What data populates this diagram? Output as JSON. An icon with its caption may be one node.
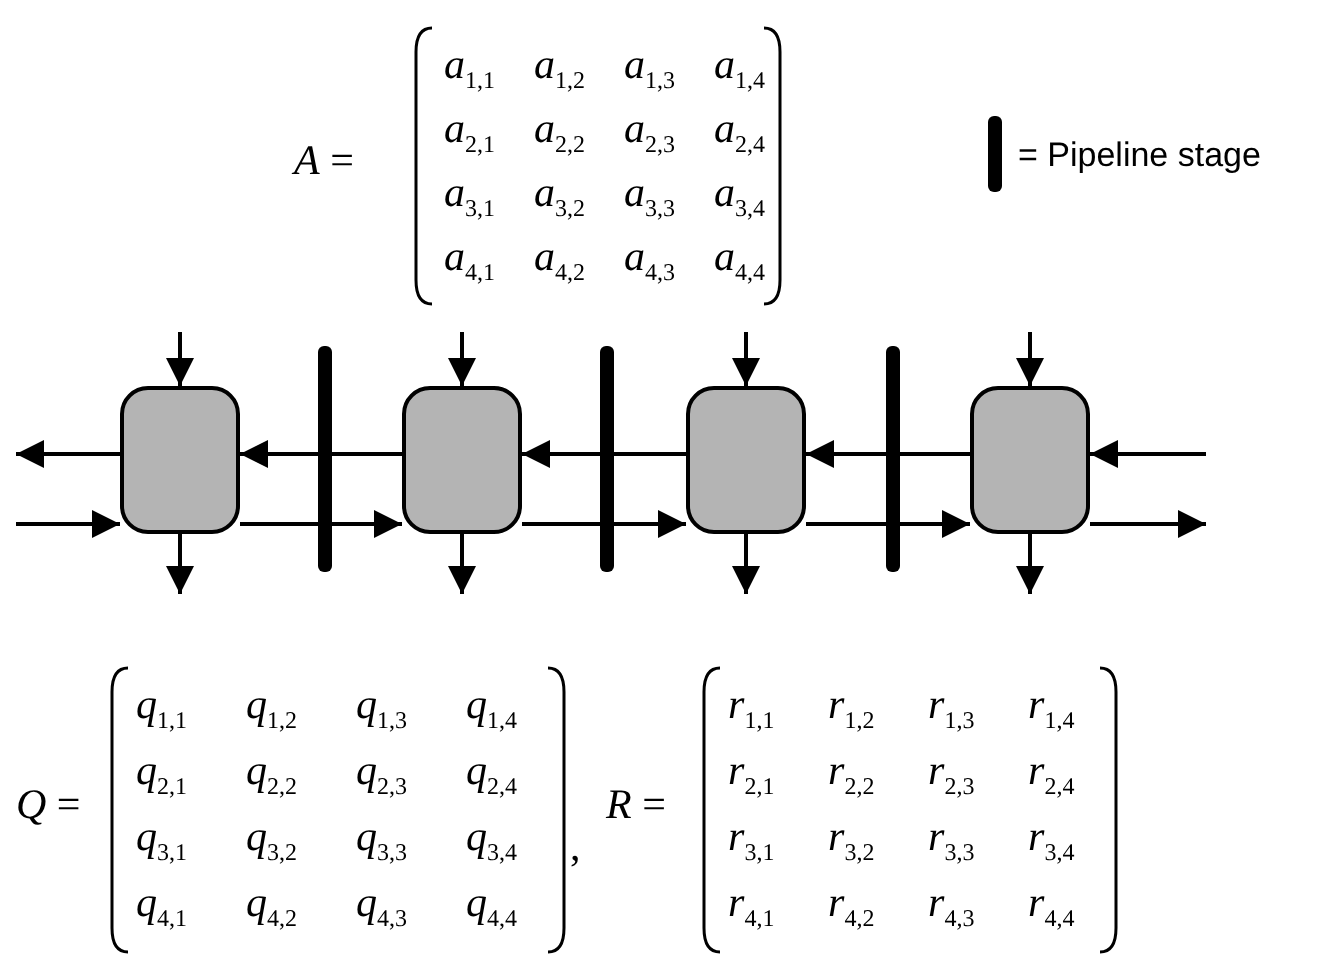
{
  "diagram": {
    "nodes": [
      {
        "text": [],
        "shape": "box"
      },
      {
        "text": [],
        "shape": "box"
      },
      {
        "text": [],
        "shape": "box"
      },
      {
        "text": [],
        "shape": "box"
      }
    ],
    "edges": [
      {
        "from": null,
        "to": 0,
        "arrow": "to"
      },
      {
        "from": null,
        "to": 1,
        "arrow": "to"
      },
      {
        "from": null,
        "to": 2,
        "arrow": "to"
      },
      {
        "from": null,
        "to": 3,
        "arrow": "to"
      },
      {
        "from": 0,
        "to": null,
        "arrow": "to"
      },
      {
        "from": 1,
        "to": null,
        "arrow": "to"
      },
      {
        "from": 2,
        "to": null,
        "arrow": "to"
      },
      {
        "from": 3,
        "to": null,
        "arrow": "to"
      },
      {
        "from": null,
        "to": 0,
        "arrow": "to"
      },
      {
        "from": 0,
        "to": 1,
        "arrow": "to"
      },
      {
        "from": 1,
        "to": 2,
        "arrow": "to"
      },
      {
        "from": 2,
        "to": 3,
        "arrow": "to"
      },
      {
        "from": 3,
        "to": null,
        "arrow": "to"
      },
      {
        "from": null,
        "to": 3,
        "arrow": "to"
      },
      {
        "from": 3,
        "to": 2,
        "arrow": "to"
      },
      {
        "from": 2,
        "to": 1,
        "arrow": "to"
      },
      {
        "from": 1,
        "to": 0,
        "arrow": "to"
      },
      {
        "from": 0,
        "to": null,
        "arrow": "to"
      }
    ],
    "labels": [
      "*A* =",
      "*a*$_{1,1}$",
      "*a*$_{1,2}$",
      "*a*$_{1,3}$",
      "*a*$_{1,4}$",
      "*a*$_{2,1}$",
      "*a*$_{2,2}$",
      "*a*$_{2,3}$",
      "*a*$_{2,4}$",
      "*a*$_{3,1}$",
      "*a*$_{3,2}$",
      "*a*$_{3,3}$",
      "*a*$_{3,4}$",
      "*a*$_{4,1}$",
      "*a*$_{4,2}$",
      "*a*$_{4,3}$",
      "*a*$_{4,4}$",
      "*Q* =",
      "*q*$_{1,1}$",
      "*q*$_{1,2}$",
      "*q*$_{1,3}$",
      "*q*$_{1,4}$",
      "*q*$_{2,1}$",
      "*q*$_{2,2}$",
      "*q*$_{2,3}$",
      "*q*$_{2,4}$",
      "*q*$_{3,1}$",
      "*q*$_{3,2}$",
      "*q*$_{3,3}$",
      "*q*$_{3,4}$",
      "*q*$_{4,1}$",
      "*q*$_{4,2}$",
      "*q*$_{4,3}$",
      "*q*$_{4,4}$",
      ",",
      "*R* =",
      "*r*$_{1,1}$",
      "*r*$_{1,2}$",
      "*r*$_{1,3}$",
      "*r*$_{1,4}$",
      "*r*$_{2,1}$",
      "*r*$_{2,2}$",
      "*r*$_{2,3}$",
      "*r*$_{2,4}$",
      "*r*$_{3,1}$",
      "*r*$_{3,2}$",
      "*r*$_{3,3}$",
      "*r*$_{3,4}$",
      "*r*$_{4,1}$",
      "*r*$_{4,2}$",
      "*r*$_{4,3}$",
      "*r*$_{4,4}$"
    ],
    "legend": [
      {
        "text": "= Pipeline stage"
      }
    ]
  }
}
